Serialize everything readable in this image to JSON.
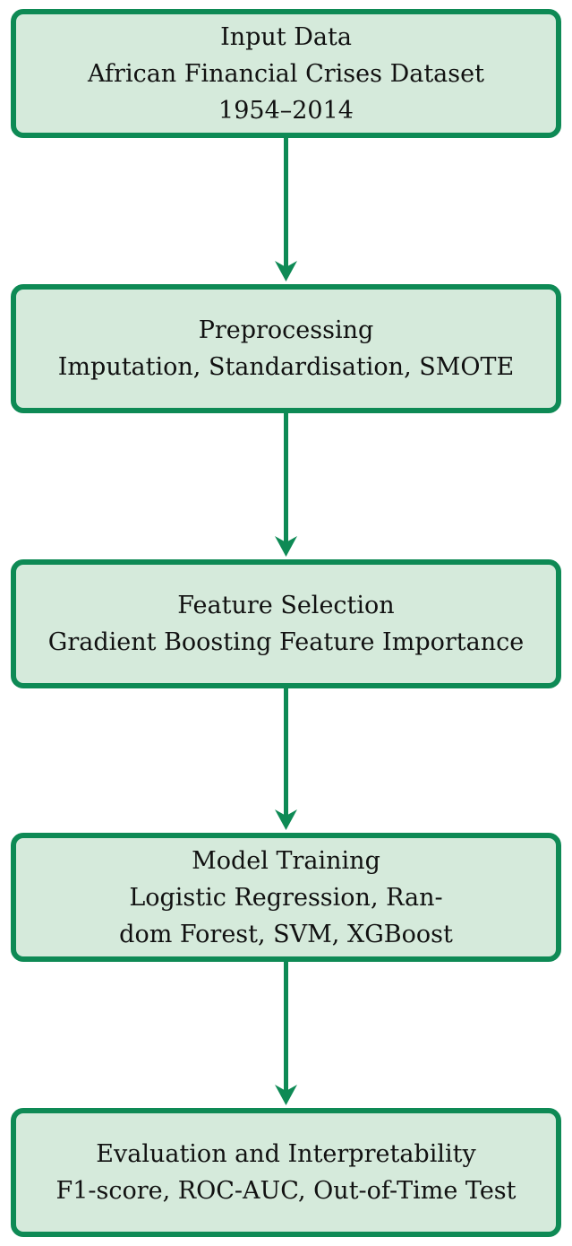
{
  "colors": {
    "box_fill": "#d5eadb",
    "box_border": "#0e8a55",
    "arrow": "#0e8a55",
    "text": "#111111"
  },
  "steps": [
    {
      "lines": [
        "Input Data",
        "African Financial Crises Dataset",
        "1954–2014"
      ]
    },
    {
      "lines": [
        "Preprocessing",
        "Imputation, Standardisation, SMOTE"
      ]
    },
    {
      "lines": [
        "Feature Selection",
        "Gradient Boosting Feature Importance"
      ]
    },
    {
      "lines": [
        "Model Training",
        "Logistic Regression, Ran-",
        "dom Forest, SVM, XGBoost"
      ]
    },
    {
      "lines": [
        "Evaluation and Interpretability",
        "F1-score, ROC-AUC, Out-of-Time Test"
      ]
    }
  ]
}
